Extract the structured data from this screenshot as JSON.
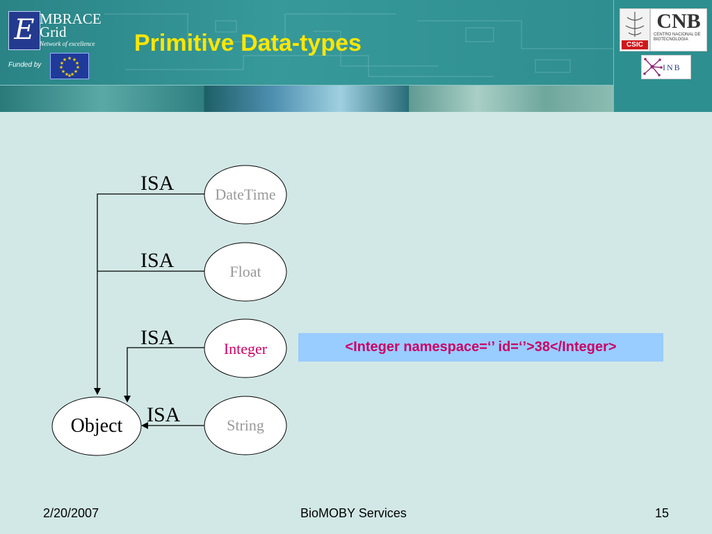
{
  "header": {
    "logo_title": "MBRACE\nGrid",
    "logo_subtitle": "Network of excellence",
    "funded_label": "Funded by",
    "csic_label": "CSIC",
    "cnb_label": "CNB",
    "cnb_subtitle": "CENTRO NACIONAL DE BIOTECNOLOGIA",
    "inb_label": "INB"
  },
  "slide": {
    "title": "Primitive Data-types"
  },
  "diagram": {
    "nodes": [
      {
        "id": "datetime",
        "label": "DateTime",
        "color": "#999999"
      },
      {
        "id": "float",
        "label": "Float",
        "color": "#999999"
      },
      {
        "id": "integer",
        "label": "Integer",
        "color": "#cc0066"
      },
      {
        "id": "string",
        "label": "String",
        "color": "#999999"
      },
      {
        "id": "object",
        "label": "Object",
        "color": "#000000"
      }
    ],
    "edges": [
      {
        "from": "datetime",
        "to": "object",
        "label": "ISA"
      },
      {
        "from": "float",
        "to": "object",
        "label": "ISA"
      },
      {
        "from": "integer",
        "to": "object",
        "label": "ISA"
      },
      {
        "from": "string",
        "to": "object",
        "label": "ISA"
      }
    ],
    "example": "<Integer namespace=‘’ id=‘’>38</Integer>"
  },
  "footer": {
    "date": "2/20/2007",
    "center": "BioMOBY Services",
    "page": "15"
  },
  "colors": {
    "background": "#d2e8e6",
    "header": "#2f8c8e",
    "title": "#ffe600",
    "example_box": "#99ccff",
    "example_text": "#cc0066"
  }
}
